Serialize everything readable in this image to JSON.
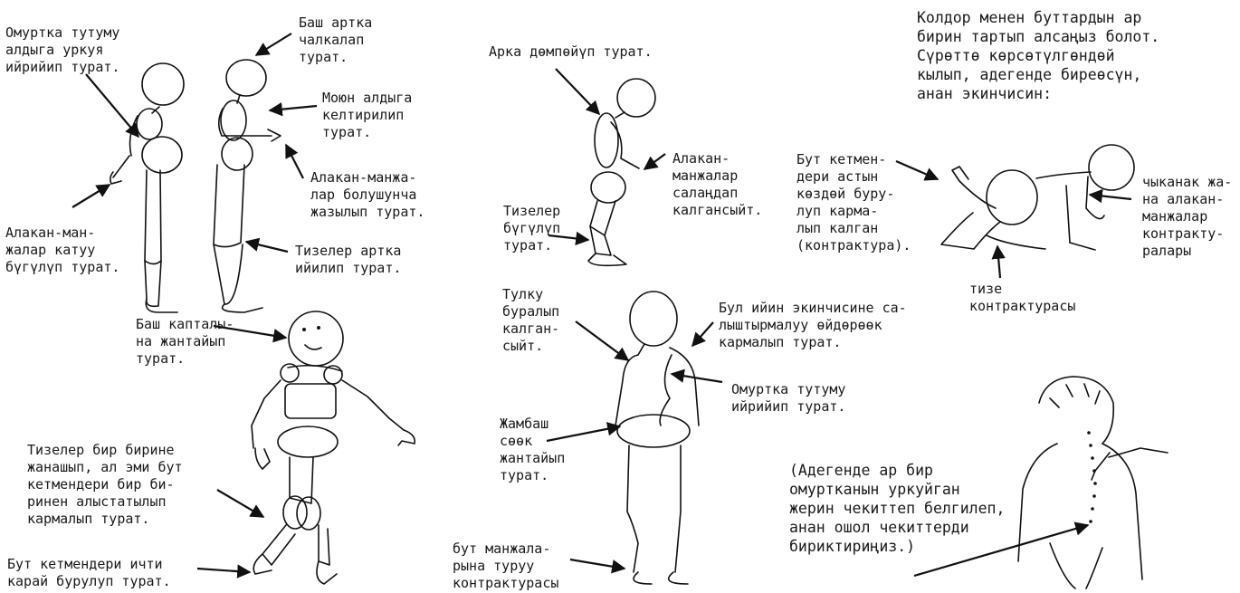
{
  "labels": {
    "spine_forward_curve": "Омуртка тутуму\nалдыга уркуя\nийрийип турат.",
    "head_tilted_back": "Баш артка\nчалкалап\nтурат.",
    "neck_forward": "Моюн алдыга\nкелтирилип\nтурат.",
    "hands_extended": "Алакан-манжа-\nлар болушунча\nжазылып турат.",
    "knees_bent_back": "Тизелер артка\nийилип турат.",
    "hands_flexed": "Алакан-ман-\nжалар катуу\nбүгүлүп турат.",
    "back_hunched": "Арка дөмпөйүп турат.",
    "hands_hanging": "Алакан-\nманжалар\nсалаңдап\nкалгансыйт.",
    "knees_bent": "Тизелер\nбүгүлүп\nтурат.",
    "crawl_instruction": "Колдор менен буттардын ар\nбирин тартып алсаңыз болот.\nСүрөттө көрсөтүлгөндөй\nкылып, адегенде биреөсүн,\nанан экинчисин:",
    "legs_contracture": "Бут кетмен-\nдери астын\nкөздөй буру-\nлуп карма-\nлып калган\n(контрактура).",
    "wrist_contracture": "чыканак жа-\nна алакан-\nманжалар\nконтракту-\nралары",
    "knee_contracture": "тизе\nконтрактурасы",
    "head_sideways": "Баш капталы-\nна жантайып\nтурат.",
    "knees_together": "Тизелер бир бирине\nжанашып, ал эми бут\nкетмендери бир би-\nринен алыстатылып\nкармалып турат.",
    "feet_turned_in": "Бут кетмендери ичти\nкарай бурулуп турат.",
    "torso_twisted": "Тулку\nбуралып\nкалган-\nсыйт.",
    "shoulder_higher": "Бул ийин экинчисине са-\nлыштырмалуу өйдөрөөк\nкармалып турат.",
    "spine_twisted": "Омуртка тутуму\nийрийип турат.",
    "pelvis_tilted": "Жамбаш\nсөөк\nжантайып\nтурат.",
    "toe_contracture": "бут манжала-\nрына туруу\nконтрактурасы",
    "spine_mark_instruction": "(Адегенде ар бир\nомуртканын уркуйган\nжерин чекиттеп белгилеп,\nанан ошол чекиттерди\nбириктириңиз.)"
  },
  "colors": {
    "ink": "#111111",
    "background": "#ffffff"
  }
}
